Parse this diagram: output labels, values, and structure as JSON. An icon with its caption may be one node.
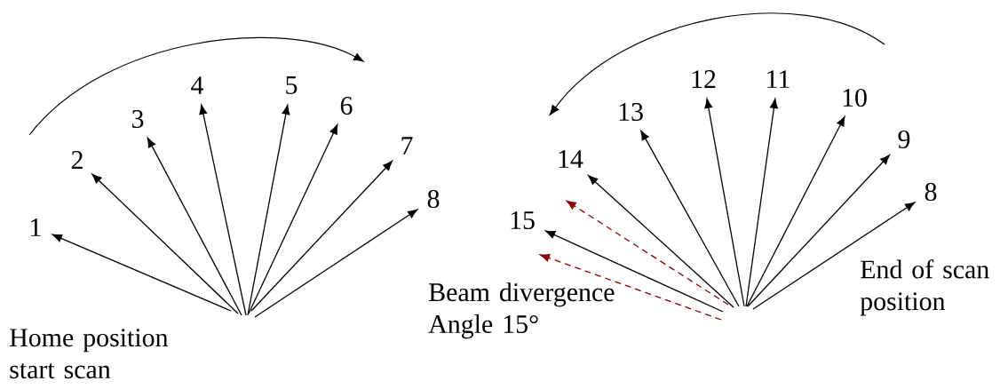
{
  "diagram": {
    "nodes": [
      {
        "text": [
          "1"
        ]
      },
      {
        "text": [
          "2"
        ]
      },
      {
        "text": [
          "3"
        ]
      },
      {
        "text": [
          "4"
        ]
      },
      {
        "text": [
          "5"
        ]
      },
      {
        "text": [
          "6"
        ]
      },
      {
        "text": [
          "7"
        ]
      },
      {
        "text": [
          "8"
        ]
      },
      {
        "text": [
          "15"
        ]
      },
      {
        "text": [
          "14"
        ]
      },
      {
        "text": [
          "13"
        ]
      },
      {
        "text": [
          "12"
        ]
      },
      {
        "text": [
          "11"
        ]
      },
      {
        "text": [
          "10"
        ]
      },
      {
        "text": [
          "9"
        ]
      },
      {
        "text": [
          "8"
        ]
      }
    ],
    "edges": [
      {
        "from": null,
        "to": 0,
        "arrow": "to"
      },
      {
        "from": null,
        "to": 1,
        "arrow": "to"
      },
      {
        "from": null,
        "to": 2,
        "arrow": "to"
      },
      {
        "from": null,
        "to": 3,
        "arrow": "to"
      },
      {
        "from": null,
        "to": 4,
        "arrow": "to"
      },
      {
        "from": null,
        "to": 5,
        "arrow": "to"
      },
      {
        "from": null,
        "to": 6,
        "arrow": "to"
      },
      {
        "from": null,
        "to": 7,
        "arrow": "to"
      },
      {
        "from": null,
        "to": 8,
        "arrow": "to"
      },
      {
        "from": null,
        "to": 9,
        "arrow": "to"
      },
      {
        "from": null,
        "to": 10,
        "arrow": "to"
      },
      {
        "from": null,
        "to": 11,
        "arrow": "to"
      },
      {
        "from": null,
        "to": 12,
        "arrow": "to"
      },
      {
        "from": null,
        "to": 13,
        "arrow": "to"
      },
      {
        "from": null,
        "to": 14,
        "arrow": "to"
      },
      {
        "from": null,
        "to": 15,
        "arrow": "to"
      }
    ],
    "labels": [
      "Beam divergence Angle 15°",
      "End of scan position",
      "Home position start scan"
    ]
  }
}
